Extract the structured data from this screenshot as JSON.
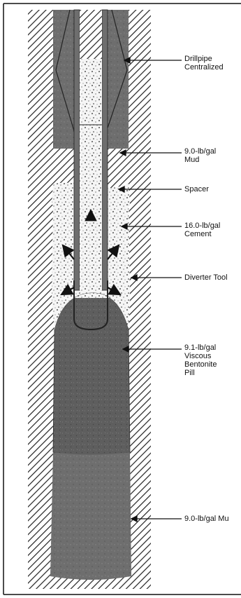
{
  "diagram": {
    "labels": {
      "drillpipe_line1": "Drillpipe",
      "drillpipe_line2": "Centralized",
      "mud_top_line1": "9.0-lb/gal",
      "mud_top_line2": "Mud",
      "spacer": "Spacer",
      "cement_line1": "16.0-lb/gal",
      "cement_line2": "Cement",
      "diverter_tool": "Diverter Tool",
      "pill_line1": "9.1-lb/gal",
      "pill_line2": "Viscous",
      "pill_line3": "Bentonite",
      "pill_line4": "Pill",
      "mud_bottom": "9.0-lb/gal Mu"
    },
    "colors": {
      "hatch": "#222222",
      "mud": "#6e6e6e",
      "pill": "#5e5e5e",
      "cement": "#f5f5f5",
      "frame": "#111111"
    }
  }
}
